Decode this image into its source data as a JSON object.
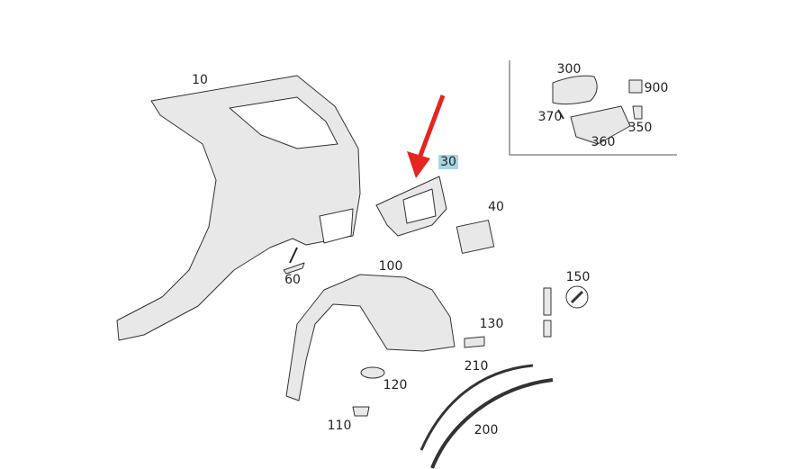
{
  "diagram": {
    "highlight_color": "#a7d6e2",
    "arrow_color": "#e52520",
    "highlighted_part": "30",
    "labels": {
      "p10": "10",
      "p30": "30",
      "p40": "40",
      "p60": "60",
      "p100": "100",
      "p110": "110",
      "p120": "120",
      "p130": "130",
      "p150": "150",
      "p200": "200",
      "p210": "210",
      "p300": "300",
      "p350": "350",
      "p360": "360",
      "p370": "370",
      "p900": "900"
    }
  }
}
